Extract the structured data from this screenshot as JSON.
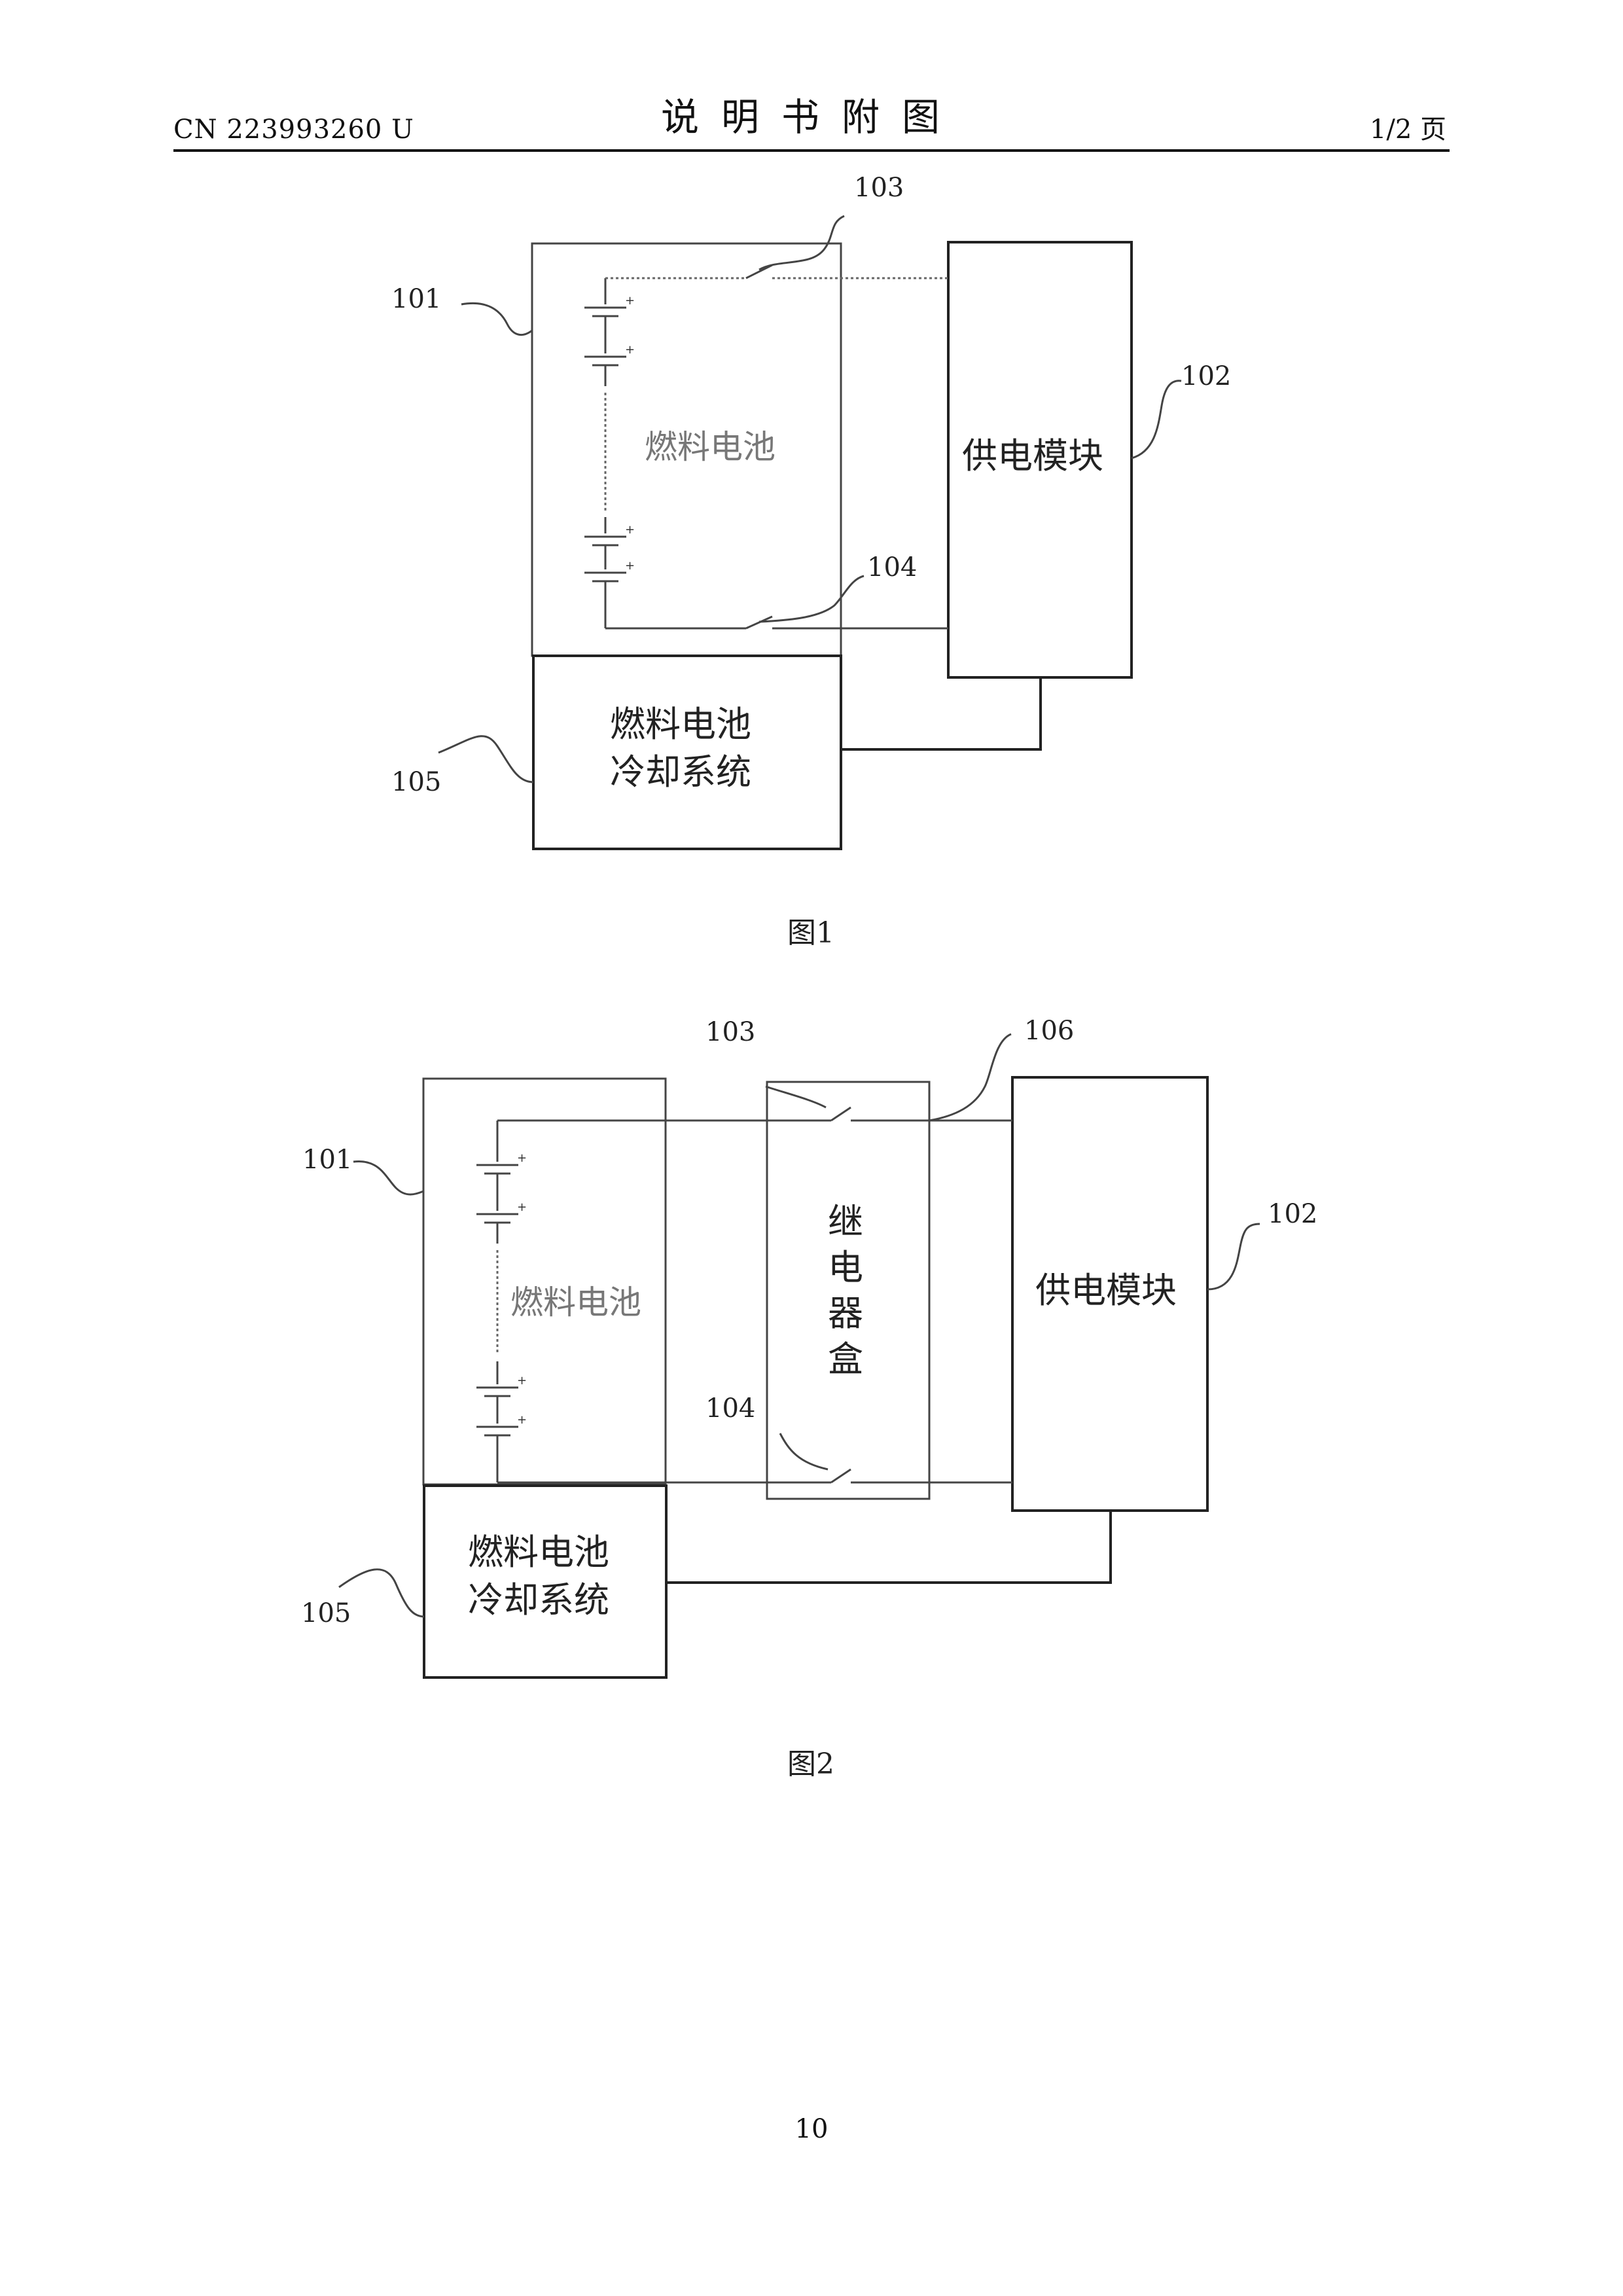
{
  "header": {
    "publication_number": "CN 223993260 U",
    "title": "说明书附图",
    "page_of": "1/2 页"
  },
  "figure1": {
    "caption": "图1",
    "fuel_cell_label": "燃料电池",
    "power_module_label": "供电模块",
    "cooling_line1": "燃料电池",
    "cooling_line2": "冷却系统",
    "ref_101": "101",
    "ref_102": "102",
    "ref_103": "103",
    "ref_104": "104",
    "ref_105": "105"
  },
  "figure2": {
    "caption": "图2",
    "fuel_cell_label": "燃料电池",
    "power_module_label": "供电模块",
    "relay_char1": "继",
    "relay_char2": "电",
    "relay_char3": "器",
    "relay_char4": "盒",
    "cooling_line1": "燃料电池",
    "cooling_line2": "冷却系统",
    "ref_101": "101",
    "ref_102": "102",
    "ref_103": "103",
    "ref_104": "104",
    "ref_105": "105",
    "ref_106": "106"
  },
  "battery_polarity": "+",
  "footer": {
    "page_number": "10"
  }
}
